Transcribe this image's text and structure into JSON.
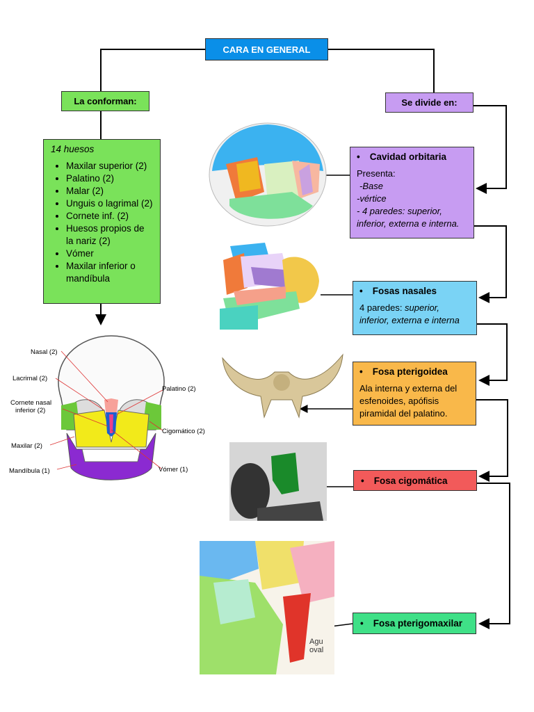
{
  "title": "CARA EN GENERAL",
  "left_header": "La conforman:",
  "right_header": "Se divide en:",
  "bones": {
    "intro": "14 huesos",
    "items": [
      "Maxilar superior (2)",
      "Palatino (2)",
      "Malar (2)",
      "Unguis o lagrimal (2)",
      "Cornete inf. (2)",
      "Huesos propios de la nariz (2)",
      "Vómer",
      "Maxilar inferior o mandíbula"
    ]
  },
  "skull_labels": {
    "nasal": "Nasal (2)",
    "lacrimal": "Lacrimal (2)",
    "cornete_1": "Cornete nasal",
    "cornete_2": "inferior (2)",
    "maxilar": "Maxilar (2)",
    "mandibula": "Mandíbula (1)",
    "palatino": "Palatino (2)",
    "cigomatico": "Cigomático (2)",
    "vomer": "Vómer (1)"
  },
  "bullet": "•",
  "orbitaria": {
    "title": "Cavidad orbitaria",
    "presenta": "Presenta:",
    "line1": "-Base",
    "line2": "-vértice",
    "line3": "- 4 paredes: superior, inferior, externa e interna."
  },
  "nasales": {
    "title": "Fosas nasales",
    "prefix": "4 paredes: ",
    "walls": "superior, inferior, externa e interna"
  },
  "pterigoidea": {
    "title": "Fosa pterigoidea",
    "text": "Ala interna y externa del esfenoides, apófisis piramidal del palatino."
  },
  "cigomatica": {
    "title": "Fosa cigomática"
  },
  "pterigomaxilar": {
    "title": "Fosa pterigomaxilar"
  },
  "partial_label_1": "Agu",
  "partial_label_2": "oval"
}
